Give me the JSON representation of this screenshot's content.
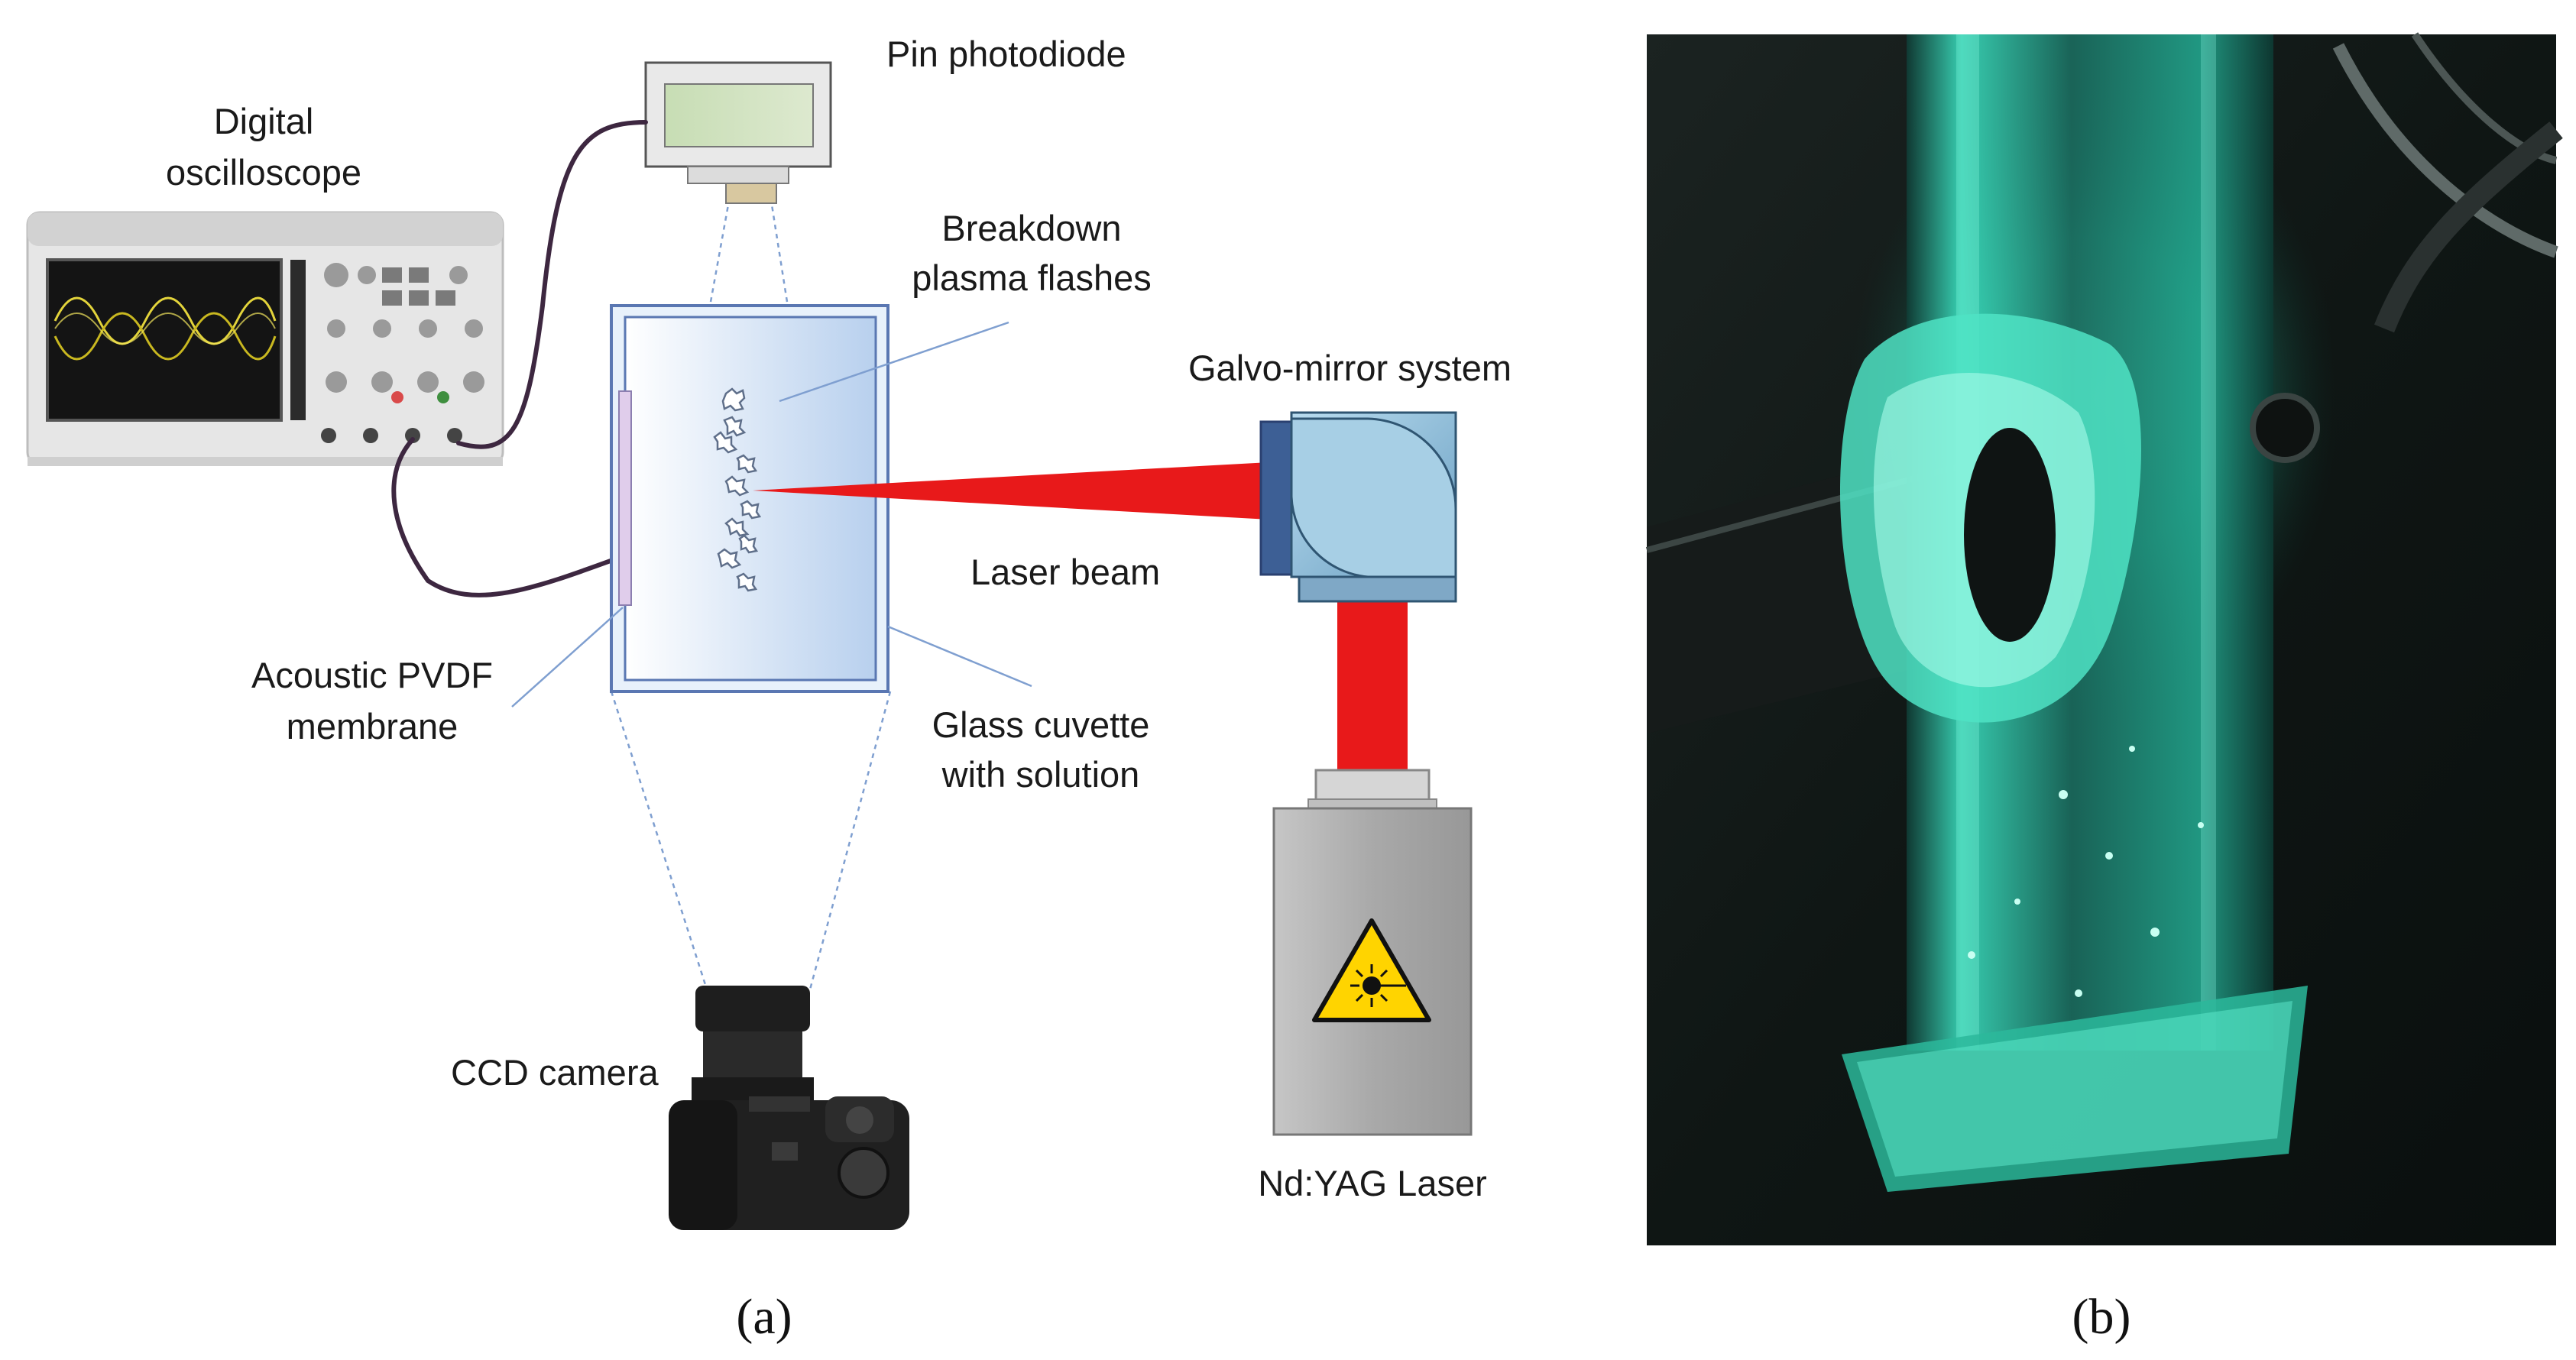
{
  "panel_a": {
    "caption": "(a)",
    "labels": {
      "digital_oscilloscope": [
        "Digital",
        "oscilloscope"
      ],
      "pin_photodiode": "Pin photodiode",
      "breakdown_plasma": [
        "Breakdown",
        "plasma flashes"
      ],
      "galvo_mirror": "Galvo-mirror system",
      "laser_beam": "Laser beam",
      "acoustic_membrane": [
        "Acoustic PVDF",
        "membrane"
      ],
      "glass_cuvette": [
        "Glass cuvette",
        "with solution"
      ],
      "ccd_camera": "CCD camera",
      "nd_yag": "Nd:YAG Laser"
    }
  },
  "panel_b": {
    "caption": "(b)"
  },
  "colors": {
    "laser_red": "#e8191a",
    "cuvette_blue": "#d3e4f7",
    "galvo_blue": "#7fb0cf",
    "cable": "#3d2740",
    "photo_glow": "#37e3c1"
  },
  "icons": {
    "laser_warning": "laser-hazard-warning-triangle"
  }
}
